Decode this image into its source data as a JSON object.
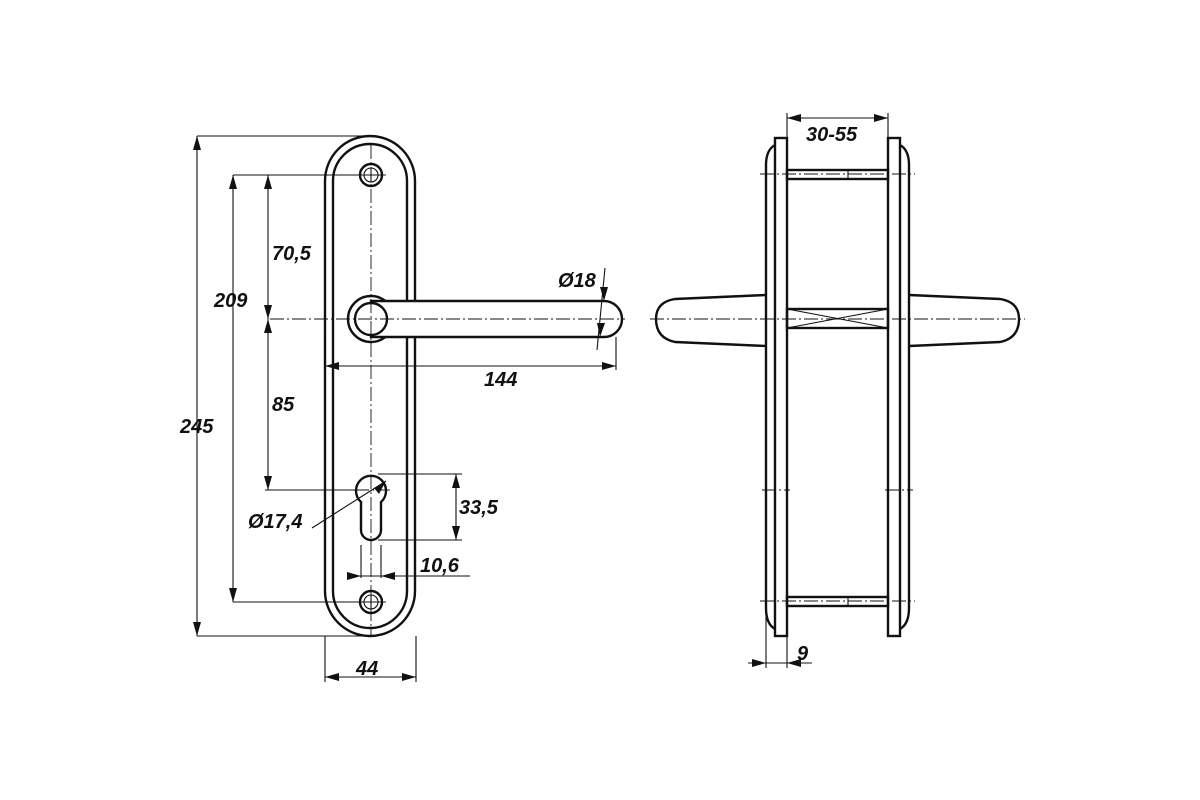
{
  "dimensions": {
    "overall_height": "245",
    "screw_spacing": "209",
    "top_to_axis": "70,5",
    "axis_to_cylinder": "85",
    "lever_diameter": "Ø18",
    "lever_length": "144",
    "cylinder_diameter": "Ø17,4",
    "cylinder_height": "33,5",
    "cylinder_width": "10,6",
    "plate_width": "44",
    "door_thickness": "30-55",
    "plate_thickness": "9"
  }
}
